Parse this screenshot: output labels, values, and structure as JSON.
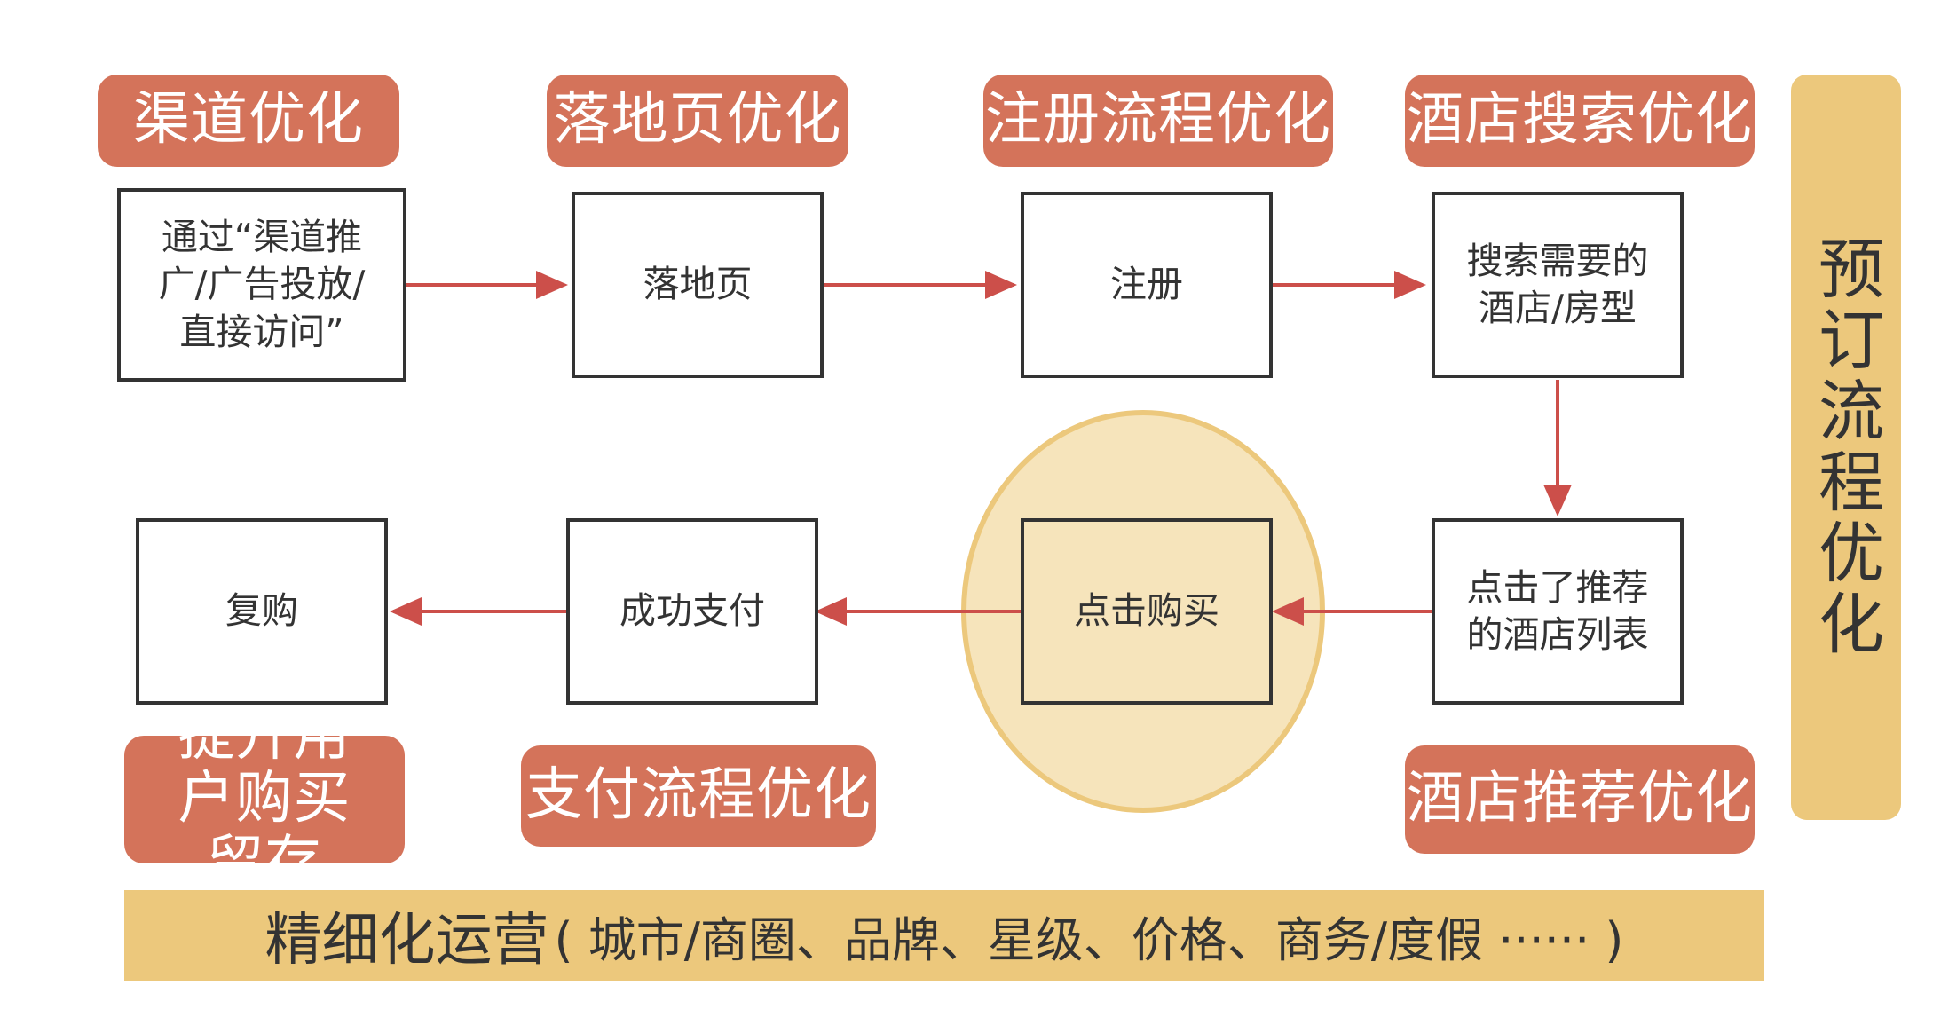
{
  "colors": {
    "tag_fill": "#d4735a",
    "tag_text": "#ffffff",
    "banner_fill": "#ecc87c",
    "highlight_circle_fill": "#f6e4bb",
    "highlight_circle_stroke": "#ecc87c",
    "arrow": "#cc4f4a",
    "box_border": "#333333"
  },
  "steps": {
    "channel": "通过“渠道推广/广告投放/直接访问”",
    "landing": "落地页",
    "register": "注册",
    "search": "搜索需要的酒店/房型",
    "recommend_click": "点击了推荐的酒店列表",
    "buy": "点击购买",
    "pay": "成功支付",
    "repurchase": "复购"
  },
  "tags": {
    "channel": "渠道优化",
    "landing": "落地页优化",
    "register": "注册流程优化",
    "search": "酒店搜索优化",
    "recommend": "酒店推荐优化",
    "pay": "支付流程优化",
    "retention": "提升用户购买留存"
  },
  "banners": {
    "side": "预订流程优化",
    "bottom_title": "精细化运营",
    "bottom_detail": "( 城市/商圈、品牌、星级、价格、商务/度假 ······ )"
  }
}
